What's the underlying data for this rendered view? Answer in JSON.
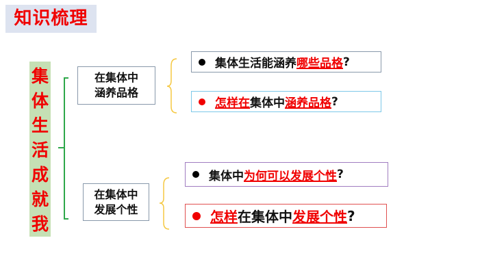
{
  "title": "知识梳理",
  "main_topic": [
    "集",
    "体",
    "生",
    "活",
    "成",
    "就",
    "我"
  ],
  "branches": [
    {
      "label_lines": [
        "在集体中",
        "涵养品格"
      ],
      "questions": [
        {
          "bullet_color": "#000000",
          "segments": [
            {
              "text": "集体生活能涵养",
              "red": false
            },
            {
              "text": "哪些品格",
              "red": true
            },
            {
              "text": "?",
              "red": false
            }
          ]
        },
        {
          "bullet_color": "#f00000",
          "segments": [
            {
              "text": "怎样在",
              "red": true
            },
            {
              "text": "集体中",
              "red": false
            },
            {
              "text": "涵养品格",
              "red": true
            },
            {
              "text": "?",
              "red": false
            }
          ]
        }
      ]
    },
    {
      "label_lines": [
        "在集体中",
        "发展个性"
      ],
      "questions": [
        {
          "bullet_color": "#000000",
          "segments": [
            {
              "text": "集体中",
              "red": false
            },
            {
              "text": "为何可以发展个性",
              "red": true
            },
            {
              "text": "?",
              "red": false
            }
          ]
        },
        {
          "bullet_color": "#f00000",
          "segments": [
            {
              "text": "怎样",
              "red": true
            },
            {
              "text": "在集体中",
              "red": false
            },
            {
              "text": "发展个性",
              "red": true
            },
            {
              "text": "?",
              "red": false
            }
          ]
        }
      ]
    }
  ],
  "colors": {
    "accent_red": "#f00000",
    "green_bracket": "#2ea84a",
    "yellow_brace": "#f5c842"
  }
}
